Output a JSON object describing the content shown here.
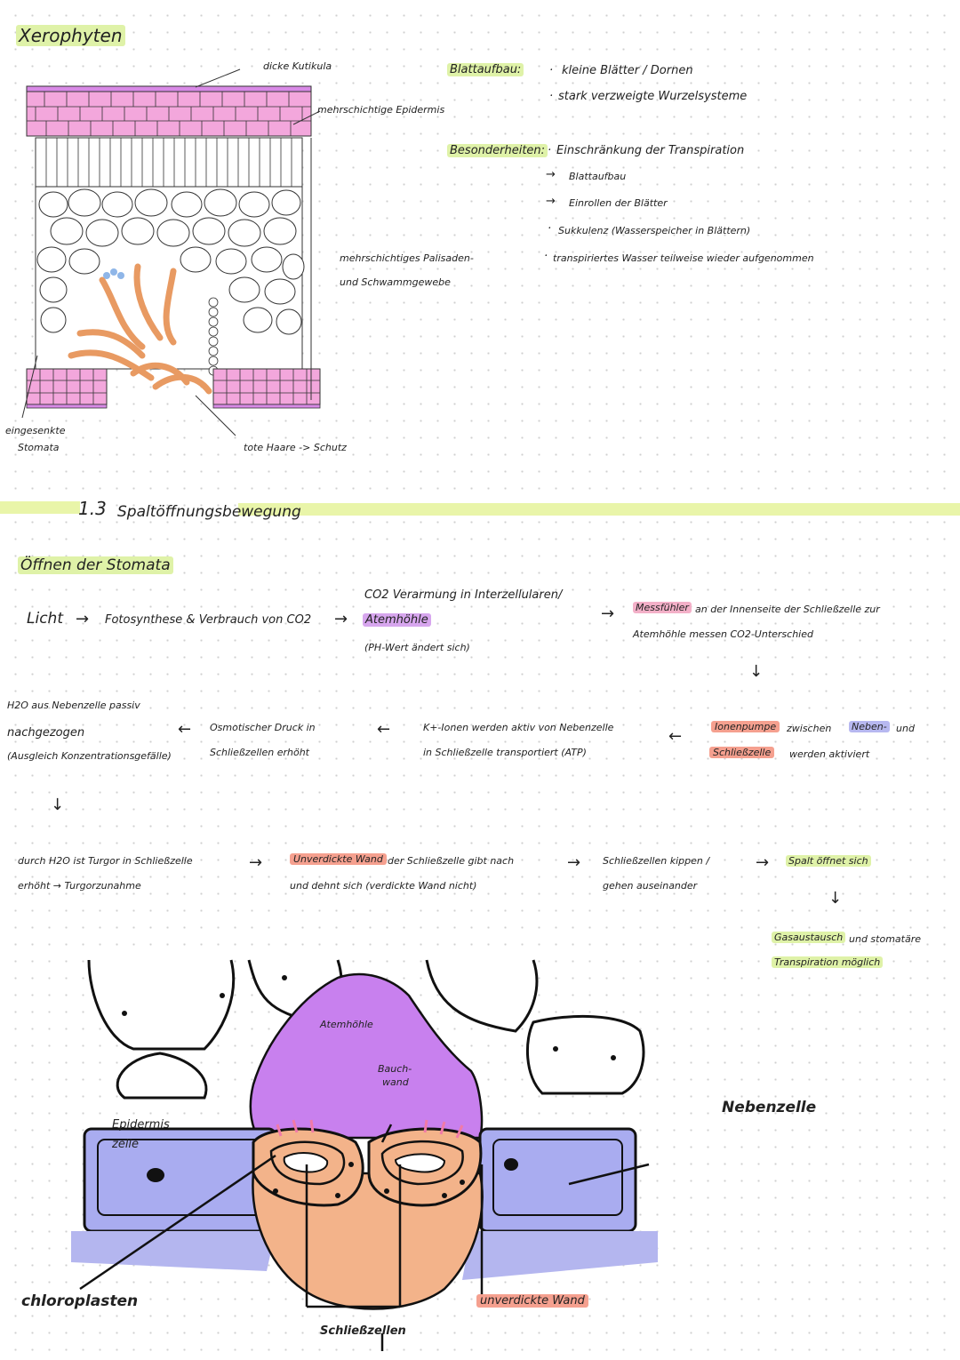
{
  "title": "Xerophyten",
  "xero_labels": {
    "kutikula": "dicke Kutikula",
    "epidermis": "mehrschichtige Epidermis",
    "palisaden1": "mehrschichtiges Palisaden-",
    "palisaden2": "und Schwammgewebe",
    "stomata1": "eingesenkte",
    "stomata2": "Stomata",
    "haare": "tote Haare -> Schutz"
  },
  "blattaufbau": {
    "heading": "Blattaufbau:",
    "items": [
      "kleine Blätter / Dornen",
      "stark verzweigte Wurzelsysteme"
    ]
  },
  "besonderheiten": {
    "heading": "Besonderheiten:",
    "item1": "Einschränkung der Transpiration",
    "sub1": "Blattaufbau",
    "sub2": "Einrollen der Blätter",
    "item2": "Sukkulenz (Wasserspeicher in Blättern)",
    "item3": "transpiriertes Wasser teilweise wieder aufgenommen"
  },
  "section": {
    "number": "1.3",
    "title": "Spaltöffnungsbewegung"
  },
  "subheading": "Öffnen der Stomata",
  "flow": {
    "licht": "Licht",
    "fotosynthese": "Fotosynthese & Verbrauch von CO2",
    "co2_1": "CO2 Verarmung in Interzellularen/",
    "co2_2": "Atemhöhle",
    "co2_3": "(PH-Wert ändert sich)",
    "mess_1": "Messfühler",
    "mess_1b": "an der Innenseite der Schließzelle zur",
    "mess_2": "Atemhöhle messen CO2-Unterschied",
    "ionen_1a": "Ionenpumpe",
    "ionen_1b": "zwischen",
    "ionen_1c": "Neben-",
    "ionen_1d": "und",
    "ionen_2a": "Schließzelle",
    "ionen_2b": "werden aktiviert",
    "k_1": "K+-Ionen werden aktiv von Nebenzelle",
    "k_2": "in Schließzelle transportiert (ATP)",
    "osmo_1": "Osmotischer Druck in",
    "osmo_2": "Schließzellen erhöht",
    "h2o_1": "H2O aus Nebenzelle passiv",
    "h2o_2": "nachgezogen",
    "h2o_3": "(Ausgleich Konzentrationsgefälle)",
    "turgor_1": "durch H2O ist Turgor in Schließzelle",
    "turgor_2": "erhöht → Turgorzunahme",
    "wand_1a": "Unverdickte Wand",
    "wand_1b": "der Schließzelle gibt nach",
    "wand_2": "und dehnt sich (verdickte Wand nicht)",
    "kippen_1": "Schließzellen kippen /",
    "kippen_2": "gehen auseinander",
    "spalt": "Spalt öffnet sich",
    "gas_1": "Gasaustausch",
    "gas_1b": "und stomatäre",
    "gas_2": "Transpiration möglich"
  },
  "stoma_labels": {
    "atemhoehle": "Atemhöhle",
    "bauchwand1": "Bauch-",
    "bauchwand2": "wand",
    "epidermis1": "Epidermis",
    "epidermis2": "zelle",
    "nebenzelle": "Nebenzelle",
    "chloroplasten": "chloroplasten",
    "unverdickte": "unverdickte Wand",
    "schliesszellen": "Schließzellen"
  },
  "colors": {
    "pink": "#f3a7dc",
    "purple_outline": "#c98be0",
    "orange": "#f3b38a",
    "purple_fill": "#c880ee",
    "blue": "#a9acf0",
    "green_bar": "#e9f5a9"
  }
}
